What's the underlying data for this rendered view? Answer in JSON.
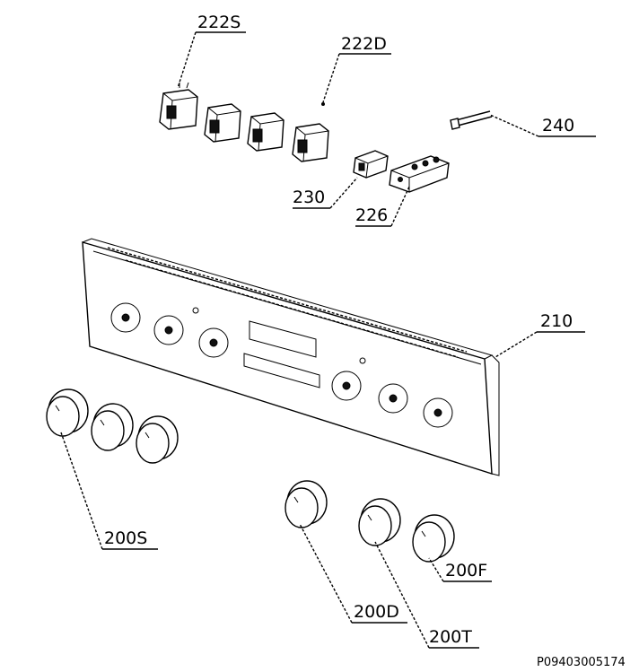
{
  "labels": {
    "switch_s": "222S",
    "switch_d": "222D",
    "part_240": "240",
    "part_230": "230",
    "part_226": "226",
    "panel": "210",
    "knob_s": "200S",
    "knob_d": "200D",
    "knob_t": "200T",
    "knob_f": "200F"
  },
  "drawing_code": "P09403005174"
}
